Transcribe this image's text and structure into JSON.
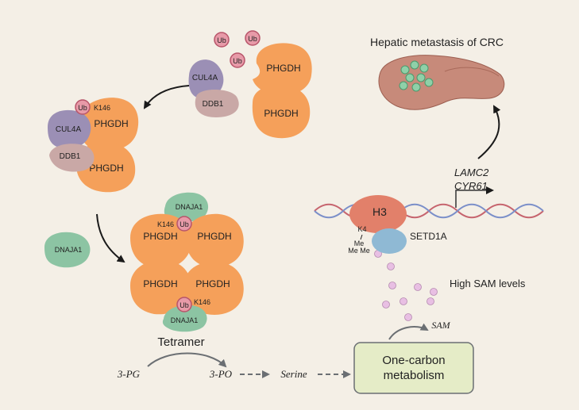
{
  "colors": {
    "background": "#f4efe6",
    "phgdh": "#f5a05a",
    "cul4a": "#9b8fb5",
    "ddb1": "#c9a8a6",
    "dnaja1": "#8cc4a3",
    "ub": "#e79aa8",
    "h3": "#e2806a",
    "setd1a": "#8fb9d4",
    "sam_dot": "#e8bfe3",
    "liver": "#c78a7a",
    "one_carbon_box": "#e5ecc7",
    "arrow": "#6b6f73"
  },
  "labels": {
    "phgdh": "PHGDH",
    "ub": "Ub",
    "k146": "K146",
    "cul4a": "CUL4A",
    "ddb1": "DDB1",
    "dnaja1": "DNAJA1",
    "tetramer": "Tetramer",
    "h3": "H3",
    "k4": "K4",
    "me": "Me",
    "me_me": "Me Me",
    "setd1a": "SETD1A",
    "high_sam": "High SAM levels",
    "sam": "SAM",
    "one_carbon_line1": "One-carbon",
    "one_carbon_line2": "metabolism",
    "gene1": "LAMC2",
    "gene2": "CYR61",
    "title": "Hepatic metastasis of CRC",
    "pg3": "3-PG",
    "po3": "3-PO",
    "serine": "Serine"
  }
}
